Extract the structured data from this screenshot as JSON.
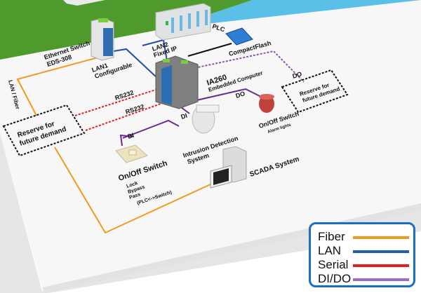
{
  "diagram": {
    "devices": {
      "ethernet_switch": {
        "name": "Ethernet Switch",
        "model": "EDS-308"
      },
      "plc": {
        "name": "PLC"
      },
      "compact_flash": {
        "name": "CompactFlash"
      },
      "embedded_computer": {
        "name": "IA260",
        "subtitle": "Embedded Computer"
      },
      "intrusion_detection": {
        "name": "Intrusion Detection",
        "name2": "System"
      },
      "scada": {
        "name": "SCADA System"
      },
      "switch_left": {
        "name": "On/Off Switch",
        "bullets": [
          "Lock",
          "Bypass",
          "Pass",
          "(PLC<->Switch)"
        ]
      },
      "switch_right": {
        "name": "On/Off Switch",
        "bullets": [
          "Alarm lights"
        ]
      },
      "reserve_left": {
        "line1": "Reserve for",
        "line2": "future demand"
      },
      "reserve_right": {
        "line1": "Reserve for",
        "line2": "future demand"
      }
    },
    "connections": {
      "lan1": {
        "line1": "LAN1",
        "line2": "Configurable"
      },
      "lan2": {
        "line1": "LAN2",
        "line2": "Fixed IP"
      },
      "lan_fiber": "LAN / Fiber",
      "rs232_1": "RS232",
      "rs232_2": "RS232",
      "di_1": "DI",
      "di_2": "DI",
      "do_1": "DO",
      "do_2": "DO"
    },
    "colors": {
      "fiber": "#f29a1f",
      "lan": "#1f4fa8",
      "serial": "#e0201e",
      "dido": "#8a55b0",
      "black": "#111111",
      "water": "#5bc0e8",
      "grass": "#4e9a2c",
      "legend_border": "#1a6fc0"
    }
  },
  "legend": {
    "items": [
      {
        "label": "Fiber",
        "color": "#f29a1f"
      },
      {
        "label": "LAN",
        "color": "#1f5fb0"
      },
      {
        "label": "Serial",
        "color": "#e0201e"
      },
      {
        "label": "DI/DO",
        "color": "#9a6ec0"
      }
    ]
  }
}
